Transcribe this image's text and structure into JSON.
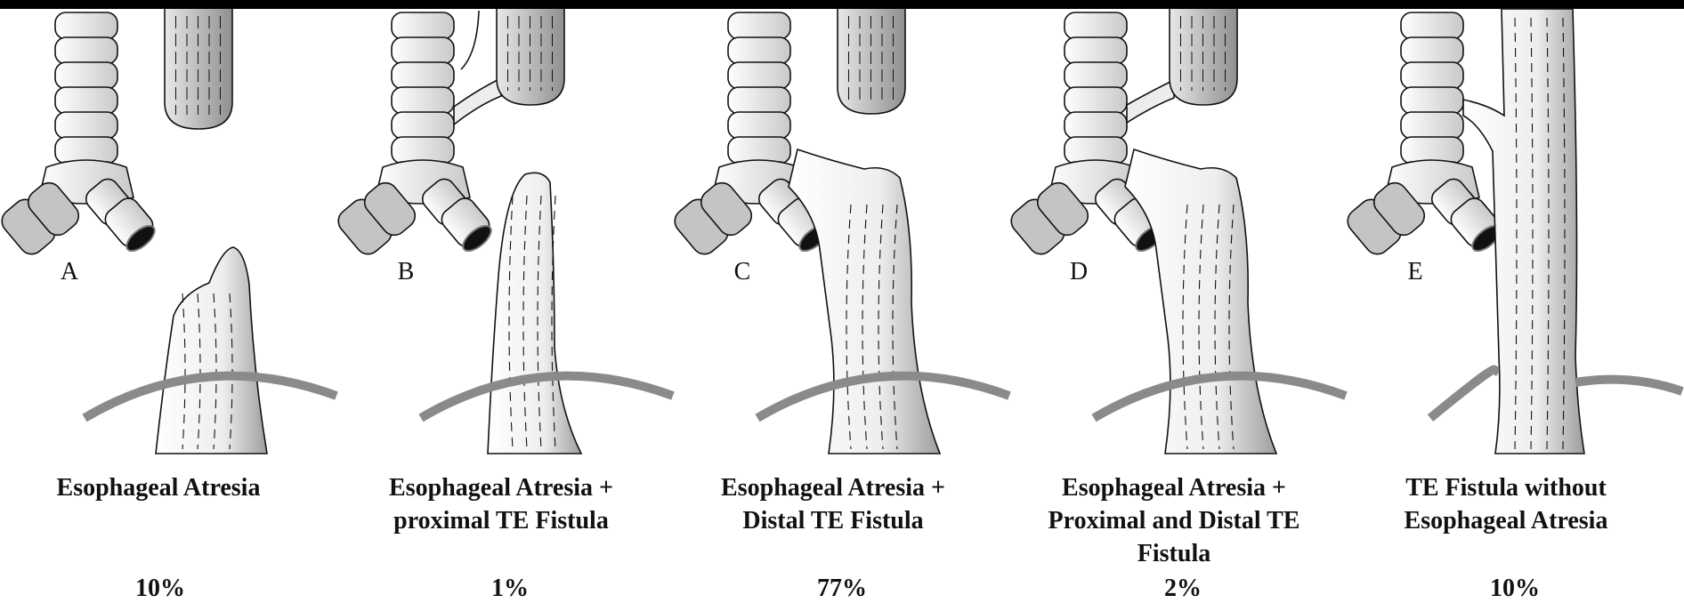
{
  "panels": [
    {
      "letter": "A",
      "caption_lines": [
        "Esophageal Atresia"
      ],
      "percent": "10%"
    },
    {
      "letter": "B",
      "caption_lines": [
        "Esophageal Atresia +",
        "proximal TE Fistula"
      ],
      "percent": "1%"
    },
    {
      "letter": "C",
      "caption_lines": [
        "Esophageal Atresia +",
        "Distal TE Fistula"
      ],
      "percent": "77%"
    },
    {
      "letter": "D",
      "caption_lines": [
        "Esophageal Atresia +",
        "Proximal and Distal TE",
        "Fistula"
      ],
      "percent": "2%"
    },
    {
      "letter": "E",
      "caption_lines": [
        "TE Fistula without",
        "Esophageal Atresia"
      ],
      "percent": "10%"
    }
  ],
  "colors": {
    "outline": "#111111",
    "trachea_light": "#f4f4f4",
    "trachea_dark": "#bdbdbd",
    "diaphragm": "#8a8a8a"
  }
}
